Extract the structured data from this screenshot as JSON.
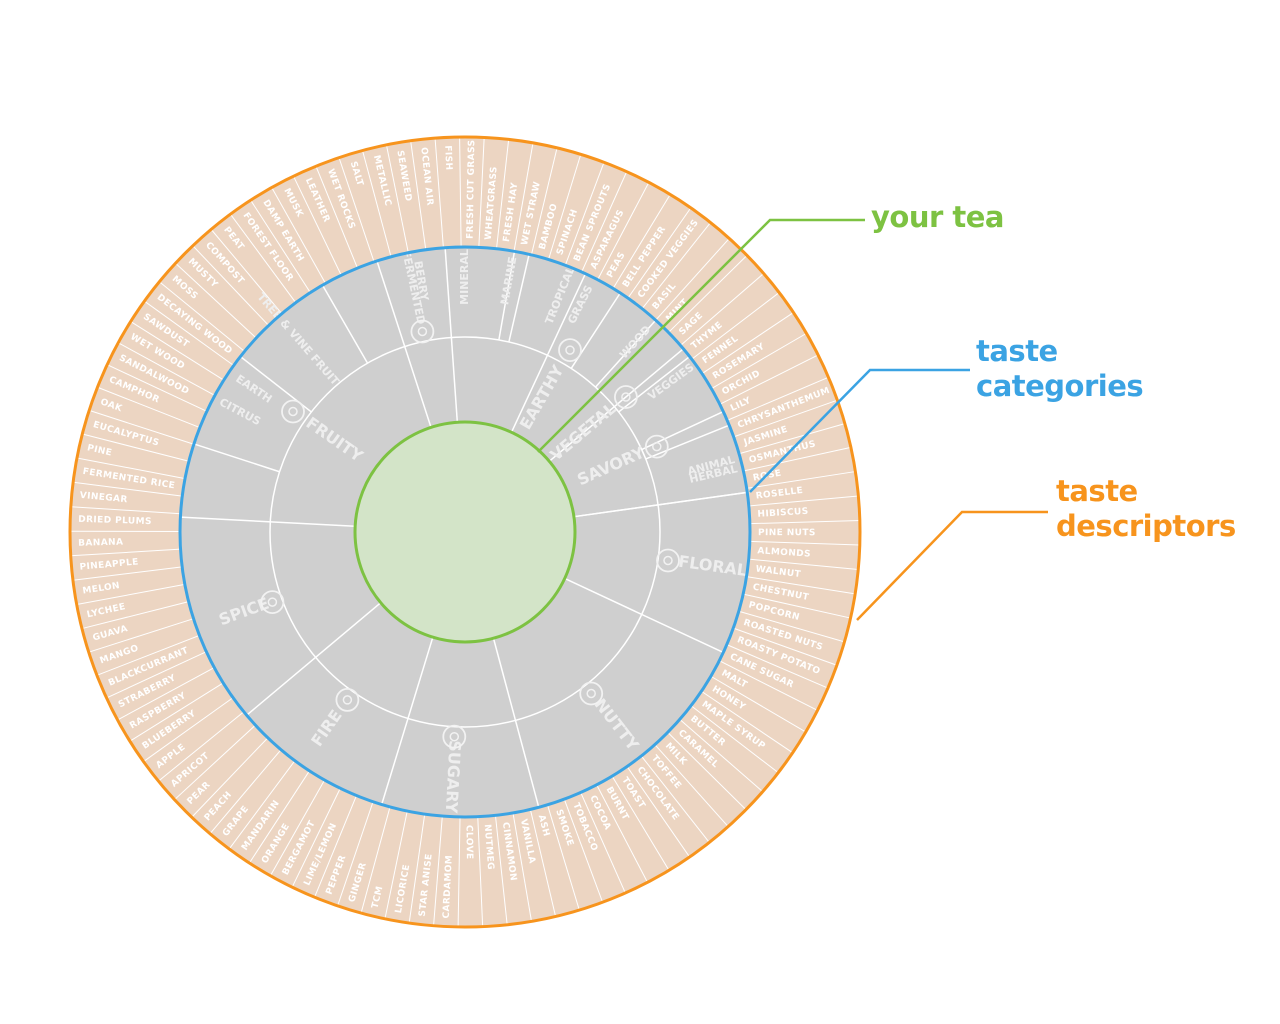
{
  "legend": {
    "your_tea": "your tea",
    "taste_categories": [
      "taste",
      "categories"
    ],
    "taste_descriptors": [
      "taste",
      "descriptors"
    ]
  },
  "colors": {
    "your_tea": "#7dc242",
    "taste_categories": "#3ba3e3",
    "taste_descriptors": "#f7941d",
    "center_fill": "#d3e4c8",
    "category_fill": "#cfcfcf",
    "descriptor_fill": "#ecd5c2",
    "divider": "#ffffff"
  },
  "categories": [
    {
      "name": "VEGETAL",
      "icon": "leaf-icon"
    },
    {
      "name": "FLORAL",
      "icon": "flower-icon"
    },
    {
      "name": "NUTTY",
      "icon": "acorn-icon"
    },
    {
      "name": "SUGARY",
      "icon": "honey-pot-icon"
    },
    {
      "name": "FIRE",
      "icon": "campfire-icon"
    },
    {
      "name": "SPICE",
      "icon": "spice-bowl-icon"
    },
    {
      "name": "FRUITY",
      "icon": "fruit-basket-icon"
    },
    {
      "name": "FERMENTED",
      "icon": "jar-icon"
    },
    {
      "name": "EARTHY",
      "icon": "roots-icon"
    },
    {
      "name": "SAVORY",
      "icon": "mortar-icon"
    }
  ],
  "subcategories": [
    {
      "name": "GRASS",
      "icon": "grass-icon"
    },
    {
      "name": "VEGGIES",
      "icon": "veggies-icon"
    },
    {
      "name": "HERBAL",
      "icon": "herb-bowl-icon"
    },
    {
      "name": "CITRUS",
      "icon": "citrus-icon"
    },
    {
      "name": "TREE & VINE FRUIT",
      "icon": "grapes-icon"
    },
    {
      "name": "BERRY",
      "icon": "berry-icon"
    },
    {
      "name": "TROPICAL",
      "icon": "pineapple-icon"
    },
    {
      "name": "WOOD",
      "icon": "logs-icon"
    },
    {
      "name": "EARTH",
      "icon": "shovel-icon"
    },
    {
      "name": "ANIMAL",
      "icon": "animal-icon"
    },
    {
      "name": "MINERAL",
      "icon": "crystal-icon"
    },
    {
      "name": "MARINE",
      "icon": "seaweed-icon"
    }
  ],
  "descriptors": [
    "FRESH CUT GRASS",
    "WHEATGRASS",
    "FRESH HAY",
    "WET STRAW",
    "BAMBOO",
    "SPINACH",
    "BEAN SPROUTS",
    "ASPARAGUS",
    "PEAS",
    "BELL PEPPER",
    "COOKED VEGGIES",
    "BASIL",
    "MINT",
    "SAGE",
    "THYME",
    "FENNEL",
    "ROSEMARY",
    "ORCHID",
    "LILY",
    "CHRYSANTHEMUM",
    "JASMINE",
    "OSMANTHUS",
    "ROSE",
    "ROSELLE",
    "HIBISCUS",
    "PINE NUTS",
    "ALMONDS",
    "WALNUT",
    "CHESTNUT",
    "POPCORN",
    "ROASTED NUTS",
    "ROASTY POTATO",
    "CANE SUGAR",
    "MALT",
    "HONEY",
    "MAPLE SYRUP",
    "BUTTER",
    "CARAMEL",
    "MILK",
    "TOFFEE",
    "CHOCOLATE",
    "TOAST",
    "BURNT",
    "COCOA",
    "TOBACCO",
    "SMOKE",
    "ASH",
    "VANILLA",
    "CINNAMON",
    "NUTMEG",
    "CLOVE",
    "CARDAMOM",
    "STAR ANISE",
    "LICORICE",
    "TCM",
    "GINGER",
    "PEPPER",
    "LIME/LEMON",
    "BERGAMOT",
    "ORANGE",
    "MANDARIN",
    "GRAPE",
    "PEACH",
    "PEAR",
    "APRICOT",
    "APPLE",
    "BLUEBERRY",
    "RASPBERRY",
    "STRABERRY",
    "BLACKCURRANT",
    "MANGO",
    "GUAVA",
    "LYCHEE",
    "MELON",
    "PINEAPPLE",
    "BANANA",
    "DRIED PLUMS",
    "VINEGAR",
    "FERMENTED RICE",
    "PINE",
    "EUCALYPTUS",
    "OAK",
    "CAMPHOR",
    "SANDALWOOD",
    "WET WOOD",
    "SAWDUST",
    "DECAYING WOOD",
    "MOSS",
    "MUSTY",
    "COMPOST",
    "PEAT",
    "FOREST FLOOR",
    "DAMP EARTH",
    "MUSK",
    "LEATHER",
    "WET ROCKS",
    "SALT",
    "METALLIC",
    "SEAWEED",
    "OCEAN AIR",
    "FISH"
  ]
}
